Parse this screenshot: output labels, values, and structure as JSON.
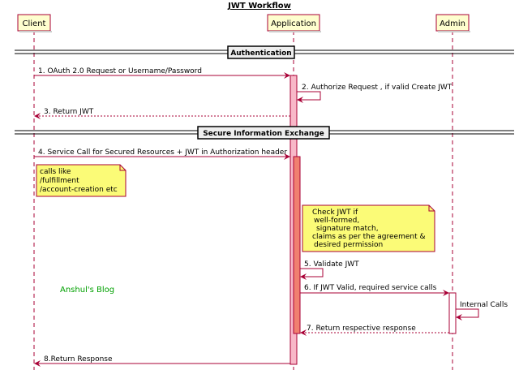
{
  "title": "JWT Workflow",
  "participants": {
    "client": "Client",
    "application": "Application",
    "admin": "Admin"
  },
  "sections": {
    "authentication": "Authentication",
    "secure_exchange": "Secure Information Exchange"
  },
  "messages": {
    "m1": "1. OAuth 2.0 Request or Username/Password",
    "m2": "2. Authorize Request , if valid Create JWT",
    "m3": "3. Return JWT",
    "m4": "4. Service Call for Secured Resources + JWT in Authorization header",
    "m5": "5. Validate JWT",
    "m6": "6. If JWT Valid, required service calls",
    "internal": "Internal Calls",
    "m7": "7. Return respective response",
    "m8": "8.Return Response"
  },
  "notes": {
    "calls": [
      "calls like",
      "/fulfillment",
      "/account-creation etc"
    ],
    "check": [
      "Check JWT if",
      "well-formed,",
      "signature match,",
      "claims as per the agreement &",
      "desired permission"
    ]
  },
  "watermark": "Anshul's Blog",
  "colors": {
    "arrow": "#a80036",
    "participant_fill": "#fefece",
    "note_fill": "#fbfb77",
    "activation_light": "#f8b8c8",
    "activation_dark": "#f08070",
    "watermark": "#00a000"
  }
}
